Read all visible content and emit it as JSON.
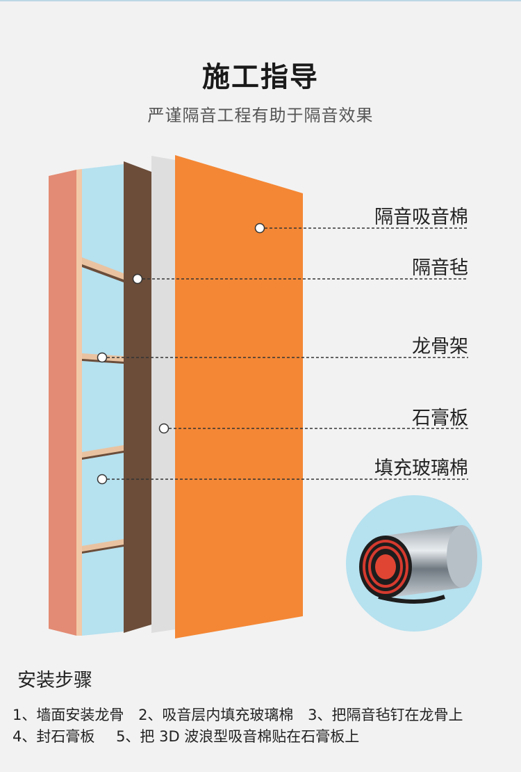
{
  "header": {
    "title": "施工指导",
    "subtitle": "严谨隔音工程有助于隔音效果"
  },
  "layers": [
    {
      "label": "隔音吸音棉"
    },
    {
      "label": "隔音毡"
    },
    {
      "label": "龙骨架"
    },
    {
      "label": "石膏板"
    },
    {
      "label": "填充玻璃棉"
    }
  ],
  "colors": {
    "background": "#f2f2f2",
    "wall": "#e38b74",
    "cavity": "#b6e1ef",
    "stud": "#e9c3a1",
    "felt": "#6b4d3a",
    "gypsum": "#dedede",
    "foam": "#f48735",
    "roll_bg": "#b6e1ef"
  },
  "steps": {
    "title": "安装步骤",
    "line1": [
      "1、墙面安装龙骨",
      "2、吸音层内填充玻璃棉",
      "3、把隔音毡钉在龙骨上"
    ],
    "line2": [
      "4、封石膏板",
      "5、把 3D 波浪型吸音棉贴在石膏板上"
    ]
  }
}
